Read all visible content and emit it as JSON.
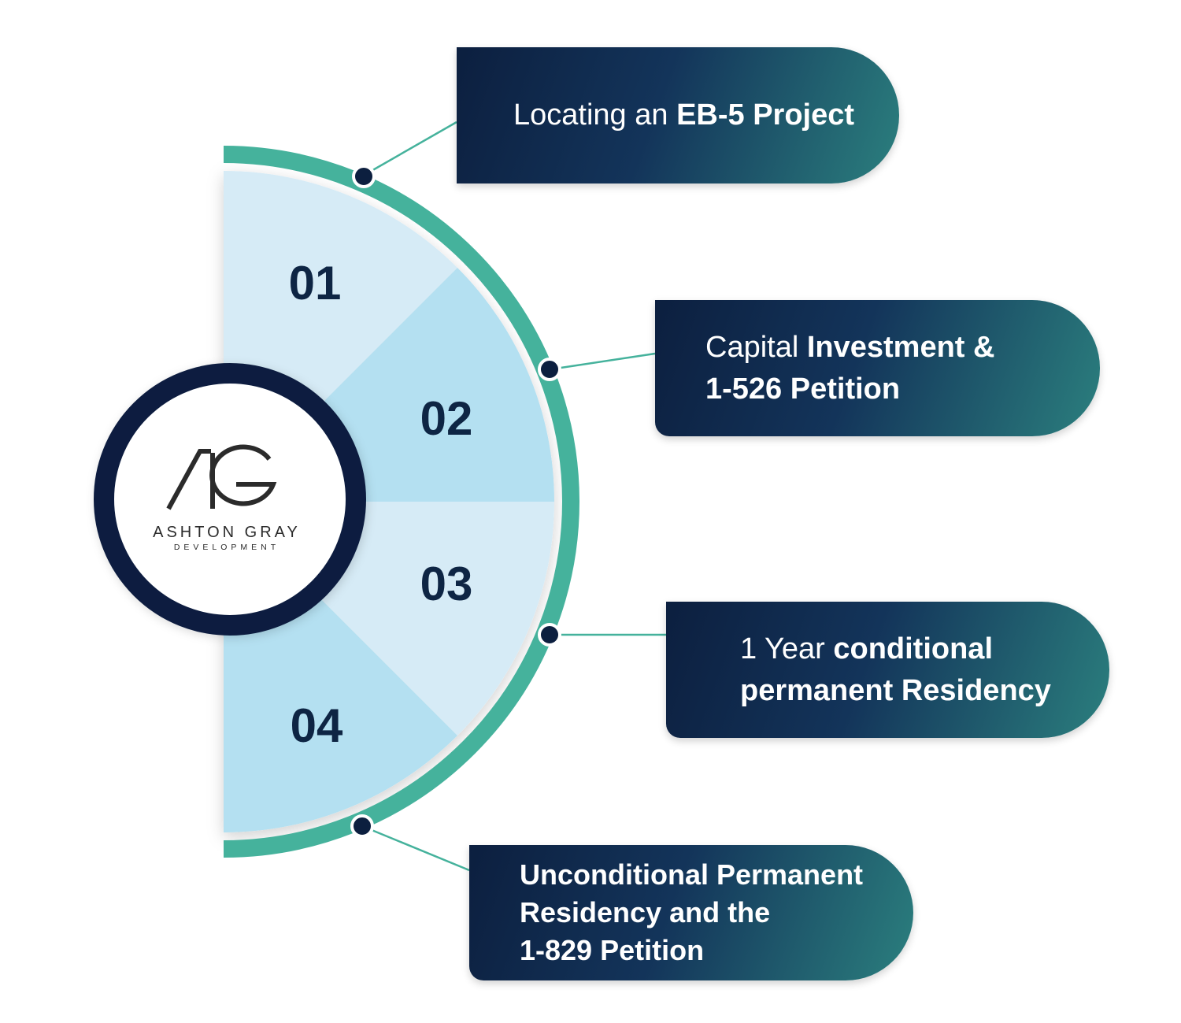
{
  "logo": {
    "monogram": "AG",
    "name": "ASHTON GRAY",
    "tagline": "DEVELOPMENT"
  },
  "steps": [
    {
      "number": "01",
      "light": "Locating an ",
      "bold": "EB-5 Project"
    },
    {
      "number": "02",
      "line1_light": "Capital ",
      "line1_bold": "Investment &",
      "line2_bold": "1-526 Petition"
    },
    {
      "number": "03",
      "line1_light": "1 Year ",
      "line1_bold": "conditional",
      "line2_bold": "permanent Residency"
    },
    {
      "number": "04",
      "line1_bold": "Unconditional Permanent",
      "line2_bold": "Residency and the",
      "line3_bold": "1-829 Petition"
    }
  ],
  "colors": {
    "ring": "#45b29c",
    "navy": "#0c1f3f",
    "sector_light": "#d6ebf6",
    "sector_mid": "#b4e0f1"
  }
}
